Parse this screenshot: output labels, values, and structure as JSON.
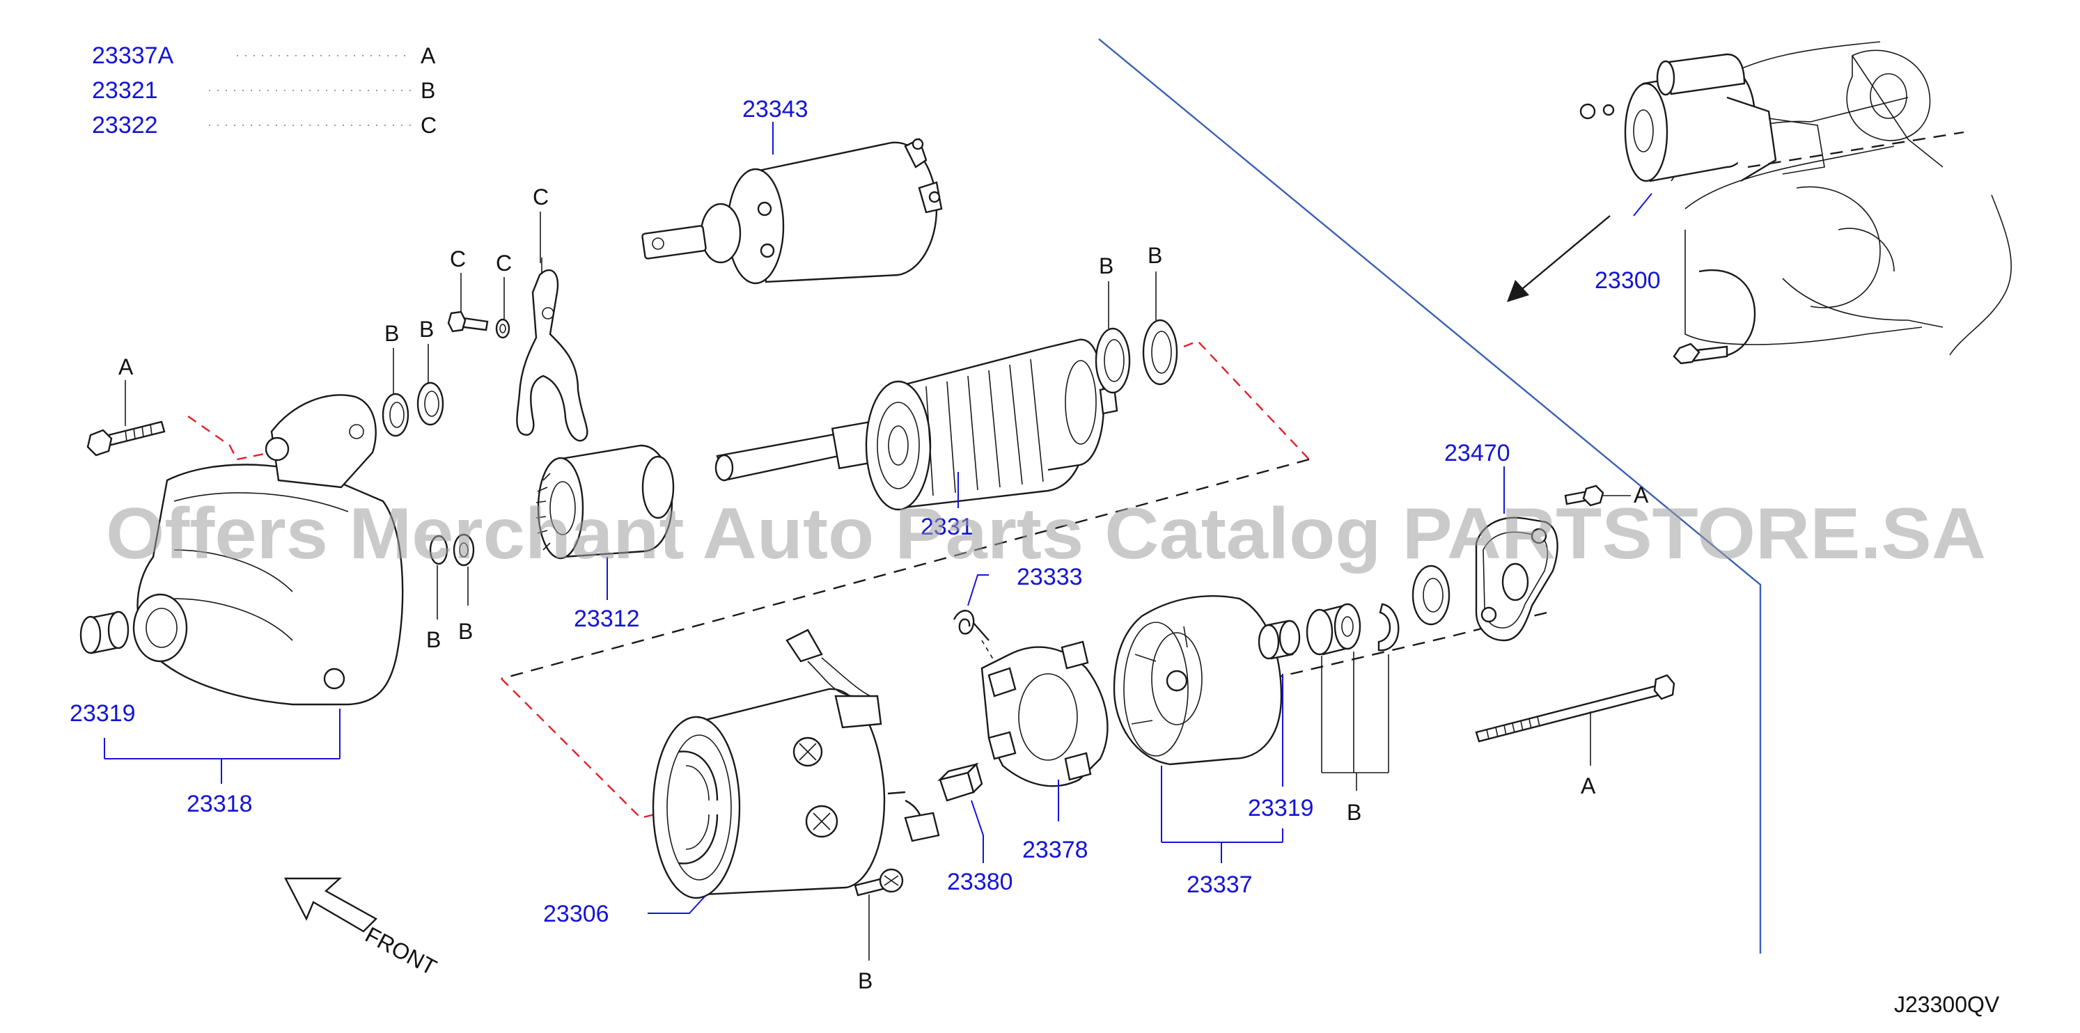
{
  "legend": [
    {
      "part": "23337A",
      "code": "A"
    },
    {
      "part": "23321",
      "code": "B"
    },
    {
      "part": "23322",
      "code": "C"
    }
  ],
  "parts": {
    "p23343": "23343",
    "p23300": "23300",
    "p23310": "2331​​",
    "p23470": "23470",
    "p23333": "23333",
    "p23312": "23312",
    "p23319_left": "23319",
    "p23318": "23318",
    "p23306": "23306",
    "p23380": "23380",
    "p23378": "23378",
    "p23337": "23337",
    "p23319_right": "23319"
  },
  "letters": {
    "A": "A",
    "B": "B",
    "C": "C"
  },
  "front_label": "FRONT",
  "diagram_code": "J23300QV",
  "watermark": "Offers Merchant Auto Parts Catalog PARTSTORE.SA"
}
